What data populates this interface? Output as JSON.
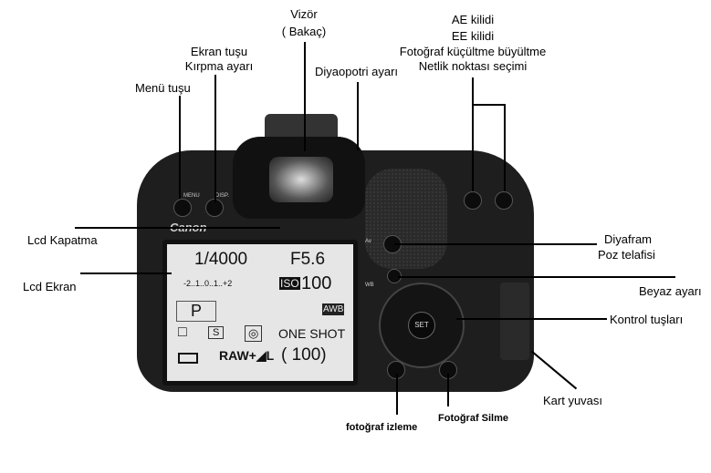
{
  "labels": {
    "vizor": "Vizör",
    "bakac": "( Bakaç)",
    "ekran_tusu": "Ekran tuşu",
    "kirpma": "Kırpma ayarı",
    "menu_tusu": "Menü tuşu",
    "diyaopotri": "Diyaopotri ayarı",
    "ae_kilidi": "AE kilidi",
    "ee_kilidi": "EE kilidi",
    "foto_kucultme": "Fotoğraf küçültme büyültme",
    "netlik": "Netlik noktası seçimi",
    "lcd_kapatma": "Lcd Kapatma",
    "lcd_ekran": "Lcd Ekran",
    "diyafram": "Diyafram",
    "poz_telafisi": "Poz telafisi",
    "beyaz_ayari": "Beyaz ayarı",
    "kontrol_tuslari": "Kontrol tuşları",
    "kart_yuvasi": "Kart yuvası",
    "foto_izleme": "fotoğraf izleme",
    "foto_silme": "Fotoğraf Silme"
  },
  "camera": {
    "brand": "Canon",
    "menu": "MENU",
    "disp": "DISP.",
    "set": "SET",
    "av": "Av",
    "wb": "WB",
    "lcd": {
      "shutter": "1/4000",
      "aperture": "F5.6",
      "exposure_scale": "-2..1..0..1..+2",
      "iso": "ISO",
      "iso_value": "100",
      "mode": "P",
      "wb": "AWB",
      "drive": "□",
      "picture_style": "S",
      "metering": "◎",
      "af": "ONE SHOT",
      "quality": "RAW+◢L",
      "shots": "( 100)"
    }
  }
}
